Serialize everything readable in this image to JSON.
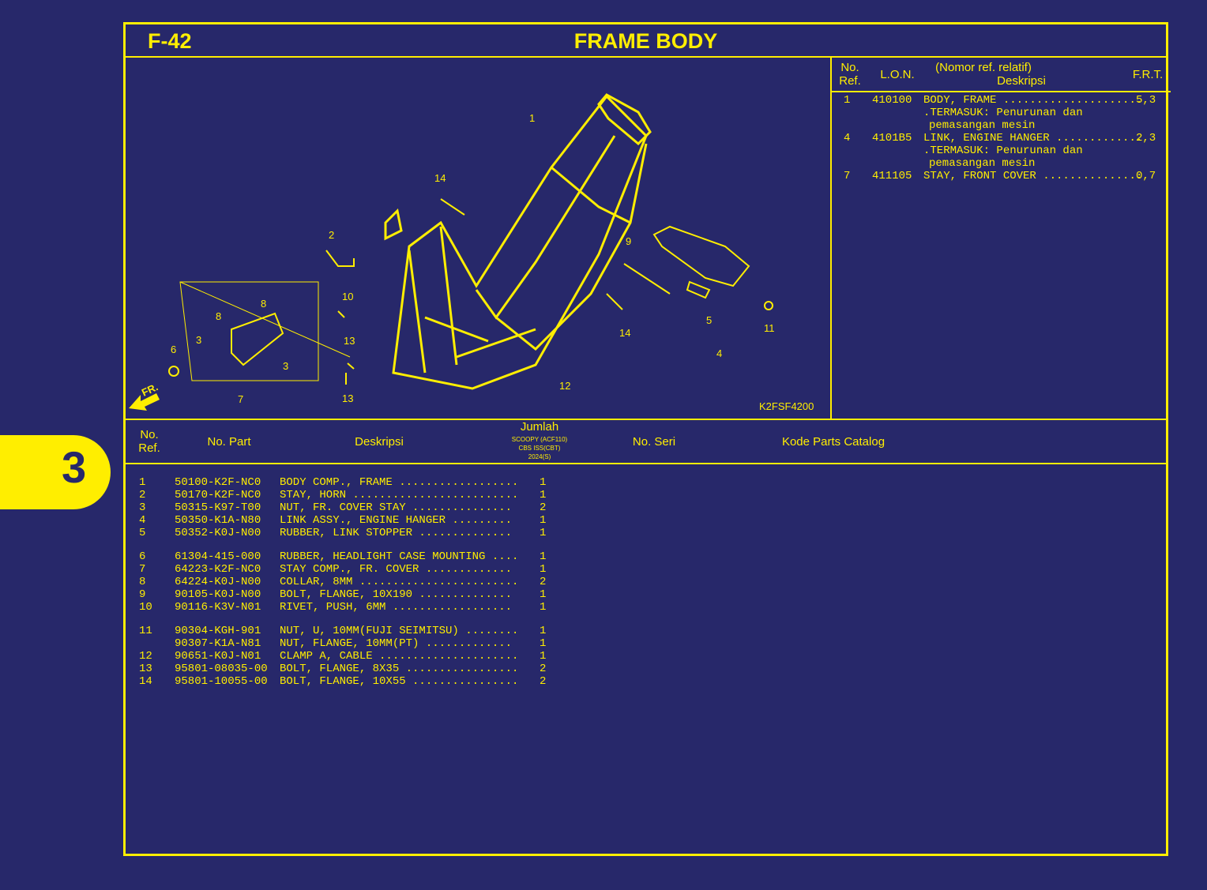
{
  "page": {
    "code": "F-42",
    "title": "FRAME BODY",
    "section_tab": "3"
  },
  "lon_table": {
    "headers": {
      "no_ref": "No.\nRef.",
      "lon": "L.O.N.",
      "desc_top": "(Nomor ref. relatif)",
      "desc": "Deskripsi",
      "frt": "F.R.T."
    },
    "rows": [
      {
        "ref": "1",
        "lon": "410100",
        "desc": "BODY, FRAME .....................",
        "frt": "5,3",
        "notes": [
          ".TERMASUK: Penurunan dan",
          "pemasangan mesin"
        ]
      },
      {
        "ref": "4",
        "lon": "4101B5",
        "desc": "LINK, ENGINE HANGER .............",
        "frt": "2,3",
        "notes": [
          ".TERMASUK: Penurunan dan",
          "pemasangan mesin"
        ]
      },
      {
        "ref": "7",
        "lon": "411105",
        "desc": "STAY, FRONT COVER ...............",
        "frt": "0,7",
        "notes": []
      }
    ]
  },
  "diagram": {
    "image_code": "K2FSF4200",
    "arrow_label": "FR.",
    "callouts": [
      "1",
      "2",
      "3",
      "3",
      "4",
      "5",
      "6",
      "7",
      "8",
      "8",
      "9",
      "10",
      "11",
      "12",
      "13",
      "13",
      "14",
      "14"
    ]
  },
  "parts_table": {
    "headers": {
      "no_ref": "No.\nRef.",
      "no_part": "No. Part",
      "desc": "Deskripsi",
      "qty": "Jumlah",
      "qty_sub1": "SCOOPY (ACF110)",
      "qty_sub2": "CBS ISS(CBT)",
      "qty_sub3": "2024(S)",
      "no_seri": "No. Seri",
      "catalog": "Kode Parts Catalog"
    },
    "rows": [
      {
        "ref": "1",
        "part": "50100-K2F-NC0",
        "desc": "BODY COMP., FRAME ..................",
        "qty": "1"
      },
      {
        "ref": "2",
        "part": "50170-K2F-NC0",
        "desc": "STAY, HORN .........................",
        "qty": "1"
      },
      {
        "ref": "3",
        "part": "50315-K97-T00",
        "desc": "NUT, FR. COVER STAY ...............",
        "qty": "2"
      },
      {
        "ref": "4",
        "part": "50350-K1A-N80",
        "desc": "LINK ASSY., ENGINE HANGER .........",
        "qty": "1"
      },
      {
        "ref": "5",
        "part": "50352-K0J-N00",
        "desc": "RUBBER, LINK STOPPER ..............",
        "qty": "1"
      },
      {
        "ref": "6",
        "part": "61304-415-000",
        "desc": "RUBBER, HEADLIGHT CASE MOUNTING ....",
        "qty": "1"
      },
      {
        "ref": "7",
        "part": "64223-K2F-NC0",
        "desc": "STAY COMP., FR. COVER .............",
        "qty": "1"
      },
      {
        "ref": "8",
        "part": "64224-K0J-N00",
        "desc": "COLLAR, 8MM ........................",
        "qty": "2"
      },
      {
        "ref": "9",
        "part": "90105-K0J-N00",
        "desc": "BOLT, FLANGE, 10X190 ..............",
        "qty": "1"
      },
      {
        "ref": "10",
        "part": "90116-K3V-N01",
        "desc": "RIVET, PUSH, 6MM ..................",
        "qty": "1"
      },
      {
        "ref": "11",
        "part": "90304-KGH-901",
        "desc": "NUT, U, 10MM(FUJI SEIMITSU) ........",
        "qty": "1"
      },
      {
        "ref": "",
        "part": "90307-K1A-N81",
        "desc": "NUT, FLANGE, 10MM(PT) .............",
        "qty": "1"
      },
      {
        "ref": "12",
        "part": "90651-K0J-N01",
        "desc": "CLAMP A, CABLE .....................",
        "qty": "1"
      },
      {
        "ref": "13",
        "part": "95801-08035-00",
        "desc": "BOLT, FLANGE, 8X35 .................",
        "qty": "2"
      },
      {
        "ref": "14",
        "part": "95801-10055-00",
        "desc": "BOLT, FLANGE, 10X55 ................",
        "qty": "2"
      }
    ]
  },
  "colors": {
    "background": "#27286a",
    "accent": "#ffee00"
  }
}
